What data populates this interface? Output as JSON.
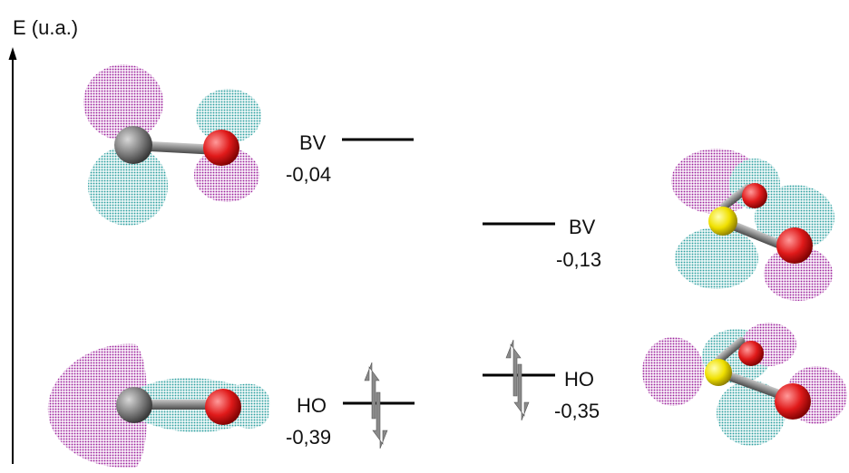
{
  "axis": {
    "label": "E (u.a.)"
  },
  "left_levels": {
    "lumo": {
      "name": "BV",
      "energy": "-0,04"
    },
    "homo": {
      "name": "HO",
      "energy": "-0,39"
    }
  },
  "right_levels": {
    "lumo": {
      "name": "BV",
      "energy": "-0,13"
    },
    "homo": {
      "name": "HO",
      "energy": "-0,35"
    }
  },
  "colors": {
    "lobe_purple": "#9b1f9b",
    "lobe_teal": "#2a9f9f",
    "carbon_atom": "#707070",
    "oxygen_atom": "#e01a1a",
    "sulfur_atom": "#f0e000",
    "spin_arrow": "#8a8a8a",
    "level_line": "#000000"
  },
  "icons": {
    "spin_pair": "up-down-half-arrows"
  }
}
